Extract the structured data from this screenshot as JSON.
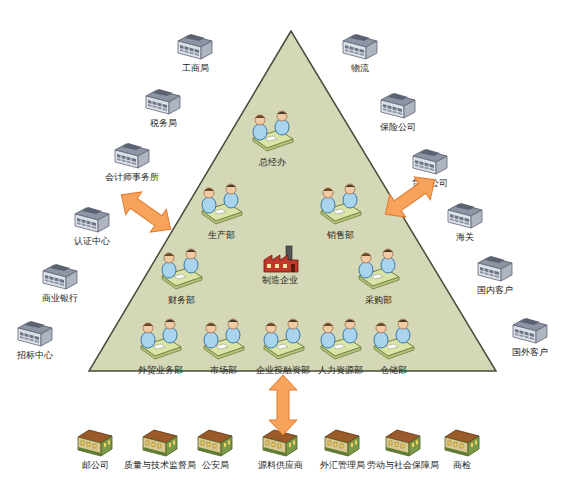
{
  "diagram": {
    "nodes": [
      {
        "text": [
          "制造企业"
        ]
      },
      {
        "text": [
          "总经办"
        ],
        "in": 0
      },
      {
        "text": [
          "生产部"
        ],
        "in": 0
      },
      {
        "text": [
          "销售部"
        ],
        "in": 0
      },
      {
        "text": [
          "财务部"
        ],
        "in": 0
      },
      {
        "text": [
          "采购部"
        ],
        "in": 0
      },
      {
        "text": [
          "外贸业务部"
        ],
        "in": 0
      },
      {
        "text": [
          "市场部"
        ],
        "in": 0
      },
      {
        "text": [
          "企业投融资部"
        ],
        "in": 0
      },
      {
        "text": [
          "人力资源部"
        ],
        "in": 0
      },
      {
        "text": [
          "仓储部"
        ],
        "in": 0
      },
      {
        "text": [
          "工商局"
        ]
      },
      {
        "text": [
          "税务局"
        ]
      },
      {
        "text": [
          "会计师事务所"
        ]
      },
      {
        "text": [
          "认证中心"
        ]
      },
      {
        "text": [
          "商业银行"
        ]
      },
      {
        "text": [
          "招标中心"
        ]
      },
      {
        "text": [
          "物流"
        ]
      },
      {
        "text": [
          "保险公司"
        ]
      },
      {
        "text": [
          "货代公司"
        ]
      },
      {
        "text": [
          "海关"
        ]
      },
      {
        "text": [
          "国内客户"
        ]
      },
      {
        "text": [
          "国外客户"
        ]
      },
      {
        "text": [
          "邮公司"
        ]
      },
      {
        "text": [
          "质量与技术监督局"
        ]
      },
      {
        "text": [
          "公安局"
        ]
      },
      {
        "text": [
          "源料供应商"
        ]
      },
      {
        "text": [
          "外汇管理局"
        ]
      },
      {
        "text": [
          "劳动与社会保障局"
        ]
      },
      {
        "text": [
          "商检"
        ]
      }
    ]
  }
}
